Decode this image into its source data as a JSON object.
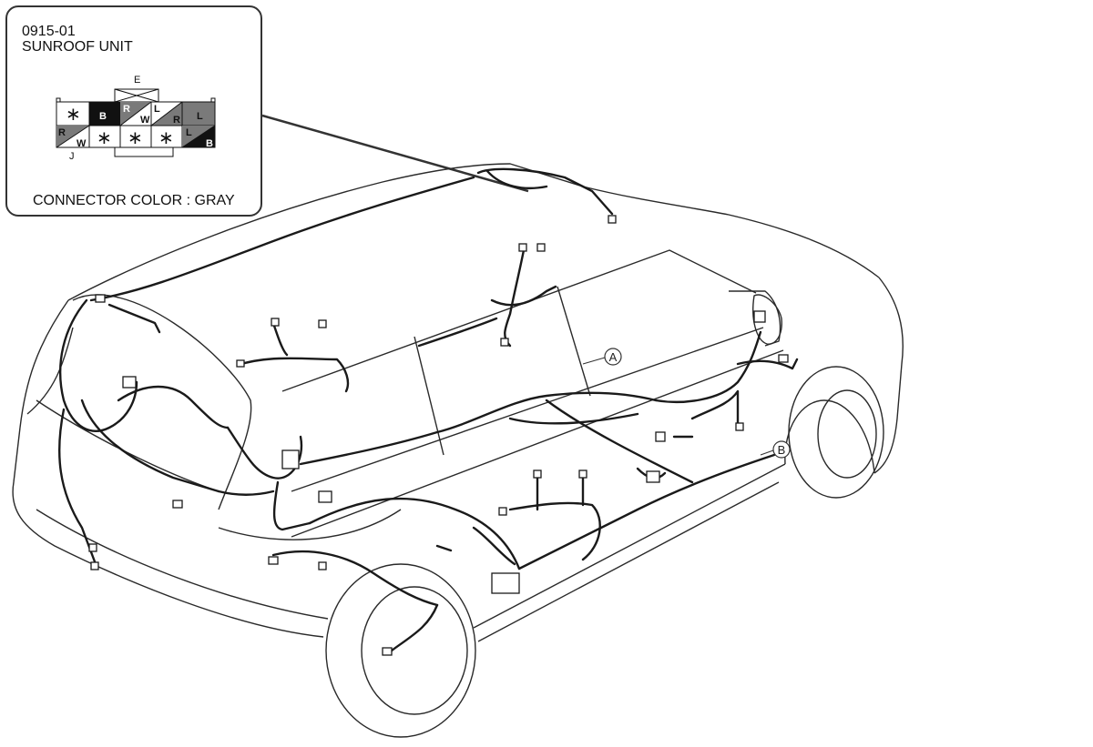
{
  "callout": {
    "code": "0915-01",
    "title": "SUNROOF UNIT",
    "connector_color": "CONNECTOR COLOR : GRAY",
    "label_top": "E",
    "label_bottom": "J",
    "pin_symbol": "∗",
    "top_row": {
      "c2": "B",
      "c3a": "R",
      "c3b": "W",
      "c4a": "L",
      "c4b": "R",
      "c5": "L"
    },
    "bottom_row": {
      "c1a": "R",
      "c1b": "W",
      "c5a": "L",
      "c5b": "B"
    }
  },
  "markers": {
    "a": "A",
    "b": "B"
  },
  "colors": {
    "line": "#2a2a2a",
    "harness": "#1a1a1a",
    "cell_gray": "#7a7a7a",
    "cell_black": "#111111"
  }
}
